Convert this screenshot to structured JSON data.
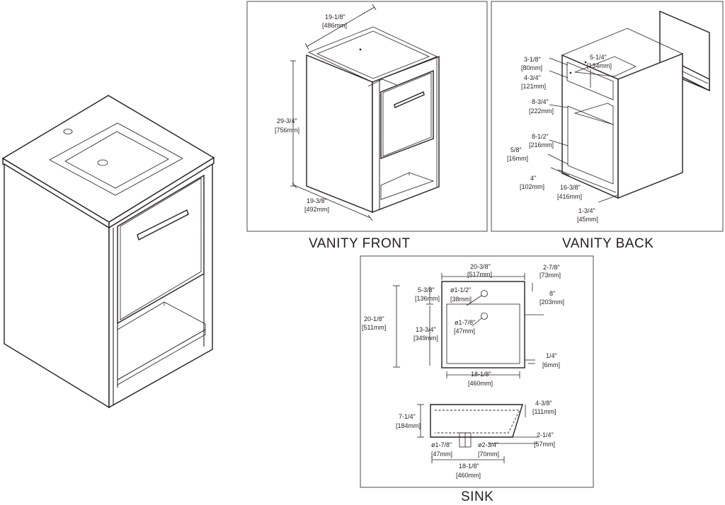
{
  "captions": {
    "front": "VANITY FRONT",
    "back": "VANITY BACK",
    "sink": "SINK"
  },
  "front_dims": {
    "width_in": "19-1/8\"",
    "width_mm": "[486mm]",
    "height_in": "29-3/4\"",
    "height_mm": "[756mm]",
    "depth_in": "19-3/8\"",
    "depth_mm": "[492mm]"
  },
  "back_dims": {
    "d1_in": "3-1/8\"",
    "d1_mm": "[80mm]",
    "d2_in": "4-3/4\"",
    "d2_mm": "[121mm]",
    "d3_in": "8-3/4\"",
    "d3_mm": "[222mm]",
    "d4_in": "8-1/2\"",
    "d4_mm": "[216mm]",
    "d5_in": "5/8\"",
    "d5_mm": "[16mm]",
    "d6_in": "4\"",
    "d6_mm": "[102mm]",
    "d7_in": "5-1/4\"",
    "d7_mm": "[134mm]",
    "d8_in": "16-3/8\"",
    "d8_mm": "[416mm]",
    "d9_in": "1-3/4\"",
    "d9_mm": "[45mm]"
  },
  "sink_dims": {
    "width_in": "20-3/8\"",
    "width_mm": "[517mm]",
    "edge_in": "2-7/8\"",
    "edge_mm": "[73mm]",
    "back_in": "5-3/8\"",
    "back_mm": "[136mm]",
    "faucet_hole_in": "ø1-1/2\"",
    "faucet_hole_mm": "[38mm]",
    "depth_in": "8\"",
    "depth_mm": "[203mm]",
    "total_in": "20-1/8\"",
    "total_mm": "[511mm]",
    "basin_in": "13-3/4\"",
    "basin_mm": "[349mm]",
    "drain_in": "ø1-7/8\"",
    "drain_mm": "[47mm]",
    "rim_in": "1/4\"",
    "rim_mm": "[6mm]",
    "basin_w_in": "18-1/8\"",
    "basin_w_mm": "[460mm]",
    "height_in": "7-1/4\"",
    "height_mm": "[184mm]",
    "bowl_in": "4-3/8\"",
    "bowl_mm": "[111mm]",
    "drain2_in": "ø1-7/8\"",
    "drain2_mm": "[47mm]",
    "outlet_in": "ø2-3/4\"",
    "outlet_mm": "[70mm]",
    "lip_in": "2-1/4\"",
    "lip_mm": "[57mm]",
    "bottom_w_in": "18-1/8\"",
    "bottom_w_mm": "[460mm]"
  }
}
